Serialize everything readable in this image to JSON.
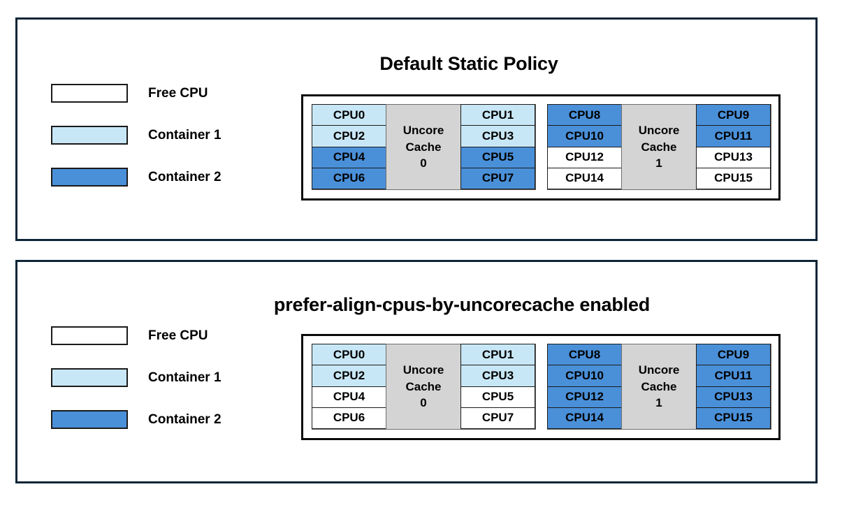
{
  "colors": {
    "free": "#ffffff",
    "container1": "#c8e7f6",
    "container2": "#4a90d9",
    "cache": "#d4d4d4",
    "panel_border": "#0d2536",
    "diagram_border": "#0a0a0a",
    "text": "#000000"
  },
  "legend": {
    "items": [
      {
        "label": "Free CPU",
        "fill_key": "free"
      },
      {
        "label": "Container 1",
        "fill_key": "container1"
      },
      {
        "label": "Container 2",
        "fill_key": "container2"
      }
    ]
  },
  "panels": [
    {
      "id": "default-static-policy",
      "title": "Default Static Policy",
      "diagram": {
        "groups": [
          {
            "cache_label_lines": [
              "Uncore",
              "Cache",
              "0"
            ],
            "left_column": [
              {
                "label": "CPU0",
                "fill_key": "container1"
              },
              {
                "label": "CPU2",
                "fill_key": "container1"
              },
              {
                "label": "CPU4",
                "fill_key": "container2"
              },
              {
                "label": "CPU6",
                "fill_key": "container2"
              }
            ],
            "right_column": [
              {
                "label": "CPU1",
                "fill_key": "container1"
              },
              {
                "label": "CPU3",
                "fill_key": "container1"
              },
              {
                "label": "CPU5",
                "fill_key": "container2"
              },
              {
                "label": "CPU7",
                "fill_key": "container2"
              }
            ]
          },
          {
            "cache_label_lines": [
              "Uncore",
              "Cache",
              "1"
            ],
            "left_column": [
              {
                "label": "CPU8",
                "fill_key": "container2"
              },
              {
                "label": "CPU10",
                "fill_key": "container2"
              },
              {
                "label": "CPU12",
                "fill_key": "free"
              },
              {
                "label": "CPU14",
                "fill_key": "free"
              }
            ],
            "right_column": [
              {
                "label": "CPU9",
                "fill_key": "container2"
              },
              {
                "label": "CPU11",
                "fill_key": "container2"
              },
              {
                "label": "CPU13",
                "fill_key": "free"
              },
              {
                "label": "CPU15",
                "fill_key": "free"
              }
            ]
          }
        ]
      }
    },
    {
      "id": "prefer-align-cpus-by-uncorecache-enabled",
      "title": "prefer-align-cpus-by-uncorecache enabled",
      "diagram": {
        "groups": [
          {
            "cache_label_lines": [
              "Uncore",
              "Cache",
              "0"
            ],
            "left_column": [
              {
                "label": "CPU0",
                "fill_key": "container1"
              },
              {
                "label": "CPU2",
                "fill_key": "container1"
              },
              {
                "label": "CPU4",
                "fill_key": "free"
              },
              {
                "label": "CPU6",
                "fill_key": "free"
              }
            ],
            "right_column": [
              {
                "label": "CPU1",
                "fill_key": "container1"
              },
              {
                "label": "CPU3",
                "fill_key": "container1"
              },
              {
                "label": "CPU5",
                "fill_key": "free"
              },
              {
                "label": "CPU7",
                "fill_key": "free"
              }
            ]
          },
          {
            "cache_label_lines": [
              "Uncore",
              "Cache",
              "1"
            ],
            "left_column": [
              {
                "label": "CPU8",
                "fill_key": "container2"
              },
              {
                "label": "CPU10",
                "fill_key": "container2"
              },
              {
                "label": "CPU12",
                "fill_key": "container2"
              },
              {
                "label": "CPU14",
                "fill_key": "container2"
              }
            ],
            "right_column": [
              {
                "label": "CPU9",
                "fill_key": "container2"
              },
              {
                "label": "CPU11",
                "fill_key": "container2"
              },
              {
                "label": "CPU13",
                "fill_key": "container2"
              },
              {
                "label": "CPU15",
                "fill_key": "container2"
              }
            ]
          }
        ]
      }
    }
  ]
}
